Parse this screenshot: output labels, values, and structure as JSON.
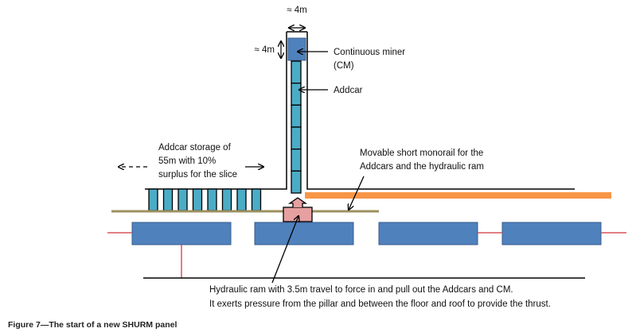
{
  "figure": {
    "caption": "Figure 7—The start of a new SHURM panel"
  },
  "labels": {
    "width_dim": "≈ 4m",
    "height_dim": "≈ 4m",
    "cm_line1": "Continuous miner",
    "cm_line2": "(CM)",
    "addcar": "Addcar",
    "storage_line1": "Addcar storage of",
    "storage_line2": "55m with 10%",
    "storage_line3": "surplus for the slice",
    "monorail_line1": "Movable short monorail for the",
    "monorail_line2": "Addcars and the hydraulic ram",
    "ram_line1": "Hydraulic ram with 3.5m travel to force in and pull out the Addcars and CM.",
    "ram_line2": "It exerts pressure from the pillar and between the floor and roof to provide the thrust."
  },
  "components": {
    "addcars_in_entry": 6,
    "addcars_in_storage": 8,
    "pillars": 4
  },
  "colors": {
    "cm": "#4f81bd",
    "addcar": "#4bacc6",
    "pillar": "#4f81bd",
    "monorail": "#f79646",
    "rail_base": "#9c9060",
    "ram": "#e6a0a0",
    "red_line": "#d9545c"
  }
}
